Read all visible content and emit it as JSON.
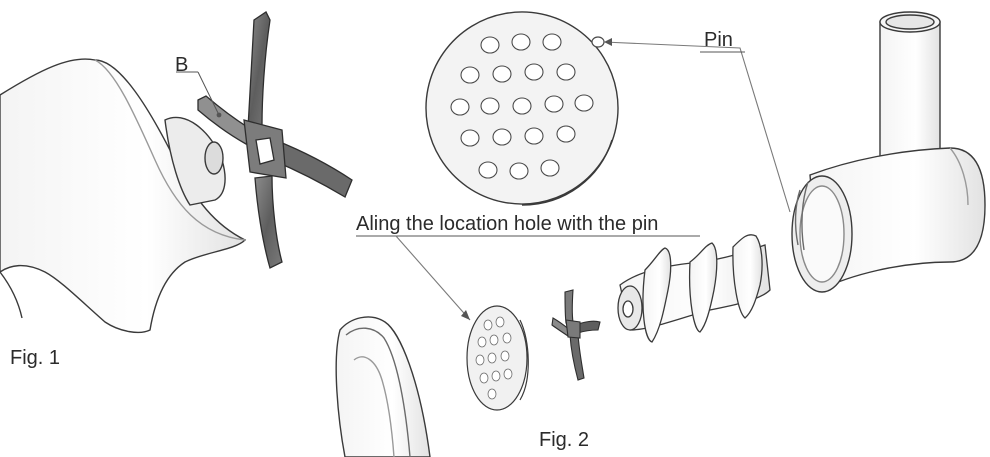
{
  "figure": {
    "label_b": "B",
    "label_pin": "Pin",
    "label_align": "Aling the location hole with the pin",
    "caption_fig1": "Fig. 1",
    "caption_fig2": "Fig. 2"
  }
}
